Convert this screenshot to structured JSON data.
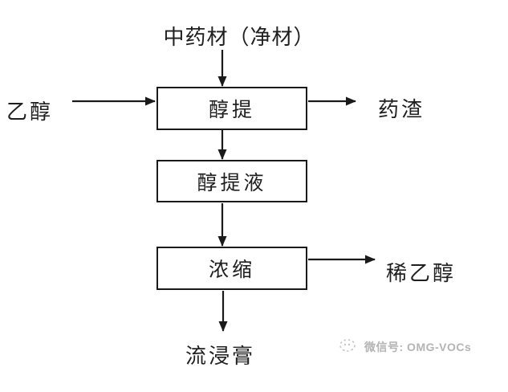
{
  "flowchart": {
    "source_label": "中药材（净材）",
    "nodes": [
      {
        "label": "醇提"
      },
      {
        "label": "醇提液"
      },
      {
        "label": "浓缩"
      }
    ],
    "side_labels": {
      "input_ethanol": "乙醇",
      "output_residue": "药渣",
      "output_dilute_ethanol": "稀乙醇",
      "final_product": "流浸膏"
    },
    "watermark": {
      "text": "微信号: OMG-VOCs"
    },
    "colors": {
      "line": "#1a1a1a",
      "text": "#1f1f1f",
      "watermark": "#b4b4b4",
      "background": "#ffffff"
    }
  }
}
